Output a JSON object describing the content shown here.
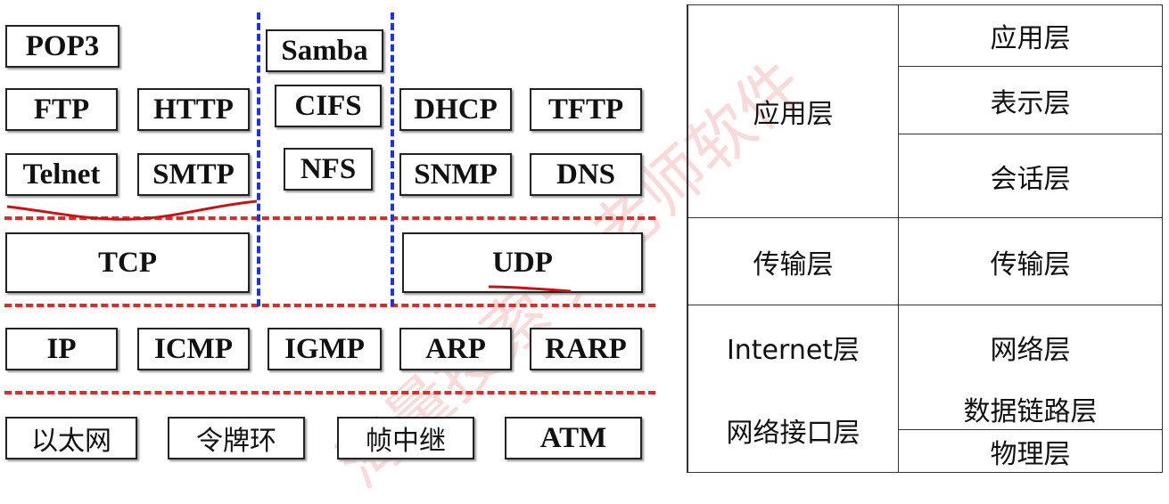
{
  "protocols": {
    "pop3": "POP3",
    "samba": "Samba",
    "ftp": "FTP",
    "http": "HTTP",
    "cifs": "CIFS",
    "dhcp": "DHCP",
    "tftp": "TFTP",
    "telnet": "Telnet",
    "smtp": "SMTP",
    "nfs": "NFS",
    "snmp": "SNMP",
    "dns": "DNS",
    "tcp": "TCP",
    "udp": "UDP",
    "ip": "IP",
    "icmp": "ICMP",
    "igmp": "IGMP",
    "arp": "ARP",
    "rarp": "RARP",
    "ethernet": "以太网",
    "token_ring": "令牌环",
    "frame_relay": "帧中继",
    "atm": "ATM"
  },
  "tcpip_layers": {
    "application": "应用层",
    "transport": "传输层",
    "internet": "Internet层",
    "network_interface": "网络接口层"
  },
  "osi_layers": {
    "application": "应用层",
    "presentation": "表示层",
    "session": "会话层",
    "transport": "传输层",
    "network": "网络层",
    "data_link": "数据链路层",
    "physical": "物理层"
  },
  "watermark": "海量搜索·文老师软件",
  "colors": {
    "layer_divider": "#dd2b2b",
    "column_divider": "#1e35d6",
    "annotation": "#cc1111"
  }
}
